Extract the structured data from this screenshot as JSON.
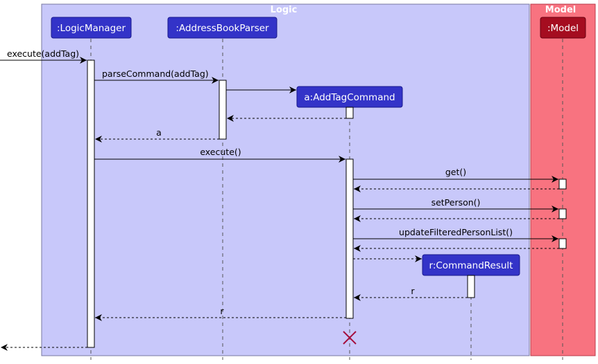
{
  "groups": [
    {
      "title": "Logic",
      "fill": "#c8c8fa",
      "stroke": "#7878a0"
    },
    {
      "title": "Model",
      "fill": "#f87380",
      "stroke": "#b83a48"
    }
  ],
  "participants": [
    {
      "label": ":LogicManager",
      "color": "#3333c8"
    },
    {
      "label": ":AddressBookParser",
      "color": "#3333c8"
    },
    {
      "label": "a:AddTagCommand",
      "color": "#3333c8"
    },
    {
      "label": ":Model",
      "color": "#a50d20"
    },
    {
      "label": "r:CommandResult",
      "color": "#3333c8"
    }
  ],
  "messages": [
    {
      "label": "execute(addTag)"
    },
    {
      "label": "parseCommand(addTag)"
    },
    {
      "label": ""
    },
    {
      "label": ""
    },
    {
      "label": "a"
    },
    {
      "label": "execute()"
    },
    {
      "label": "get()"
    },
    {
      "label": ""
    },
    {
      "label": "setPerson()"
    },
    {
      "label": ""
    },
    {
      "label": "updateFilteredPersonList()"
    },
    {
      "label": ""
    },
    {
      "label": ""
    },
    {
      "label": "r"
    },
    {
      "label": "r"
    },
    {
      "label": ""
    }
  ],
  "colors": {
    "destroy": "#a50d3c",
    "lifeline": "#555555",
    "line": "#000000"
  }
}
